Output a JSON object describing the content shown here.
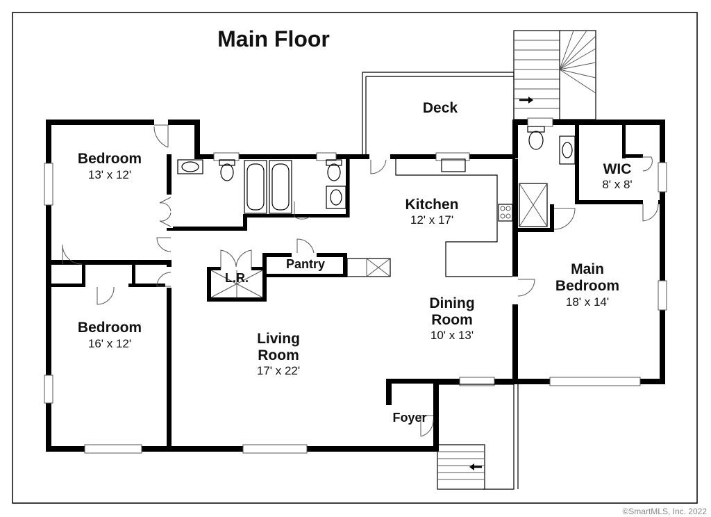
{
  "plan": {
    "title": "Main Floor",
    "copyright": "©SmartMLS, Inc.  2022"
  },
  "rooms": {
    "deck": {
      "name": "Deck"
    },
    "bedroom1": {
      "name": "Bedroom",
      "size": "13' x 12'"
    },
    "bedroom2": {
      "name": "Bedroom",
      "size": "16' x 12'"
    },
    "kitchen": {
      "name": "Kitchen",
      "size": "12' x 17'"
    },
    "wic": {
      "name": "WIC",
      "size": "8' x 8'"
    },
    "main_bedroom": {
      "name_line1": "Main",
      "name_line2": "Bedroom",
      "size": "18' x 14'"
    },
    "dining": {
      "name_line1": "Dining",
      "name_line2": "Room",
      "size": "10' x 13'"
    },
    "living": {
      "name_line1": "Living",
      "name_line2": "Room",
      "size": "17' x 22'"
    },
    "pantry": {
      "name": "Pantry"
    },
    "lr": {
      "name": "L.R."
    },
    "foyer": {
      "name": "Foyer"
    }
  },
  "icons": [
    "stair-arrow-icon",
    "door-swing-icon",
    "toilet-icon",
    "sink-icon",
    "bathtub-icon",
    "shower-icon",
    "stove-icon"
  ]
}
